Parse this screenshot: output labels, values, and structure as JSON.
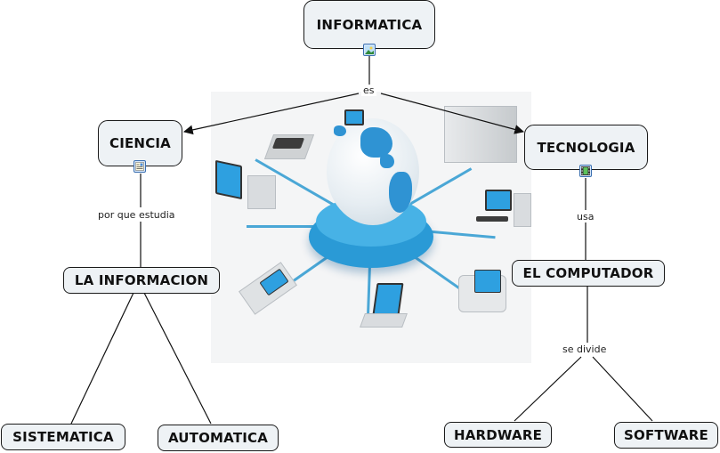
{
  "diagram": {
    "type": "concept-map",
    "colors": {
      "node_fill": "#eef2f5",
      "node_border": "#1a1a1a",
      "link": "#1a1a1a",
      "accent_blue": "#2ea0e0"
    },
    "nodes": {
      "informatica": {
        "label": "INFORMATICA",
        "resource_icon": "image-icon"
      },
      "ciencia": {
        "label": "CIENCIA",
        "resource_icon": "document-icon"
      },
      "tecnologia": {
        "label": "TECNOLOGIA",
        "resource_icon": "film-icon"
      },
      "la_informacion": {
        "label": "LA INFORMACION"
      },
      "el_computador": {
        "label": "EL COMPUTADOR"
      },
      "sistematica": {
        "label": "SISTEMATICA"
      },
      "automatica": {
        "label": "AUTOMATICA"
      },
      "hardware": {
        "label": "HARDWARE"
      },
      "software": {
        "label": "SOFTWARE"
      }
    },
    "links": [
      {
        "label": "es",
        "from": "INFORMATICA",
        "to": [
          "CIENCIA",
          "TECNOLOGIA"
        ]
      },
      {
        "label": "por que estudia",
        "from": "CIENCIA",
        "to": [
          "LA INFORMACION"
        ]
      },
      {
        "label": "",
        "from": "LA INFORMACION",
        "to": [
          "SISTEMATICA",
          "AUTOMATICA"
        ]
      },
      {
        "label": "usa",
        "from": "TECNOLOGIA",
        "to": [
          "EL COMPUTADOR"
        ]
      },
      {
        "label": "se divide",
        "from": "EL COMPUTADOR",
        "to": [
          "HARDWARE",
          "SOFTWARE"
        ]
      }
    ],
    "link_labels": {
      "es": "es",
      "por_que_estudia": "por que estudia",
      "usa": "usa",
      "se_divide": "se divide"
    },
    "background_image": "network-globe-illustration"
  }
}
